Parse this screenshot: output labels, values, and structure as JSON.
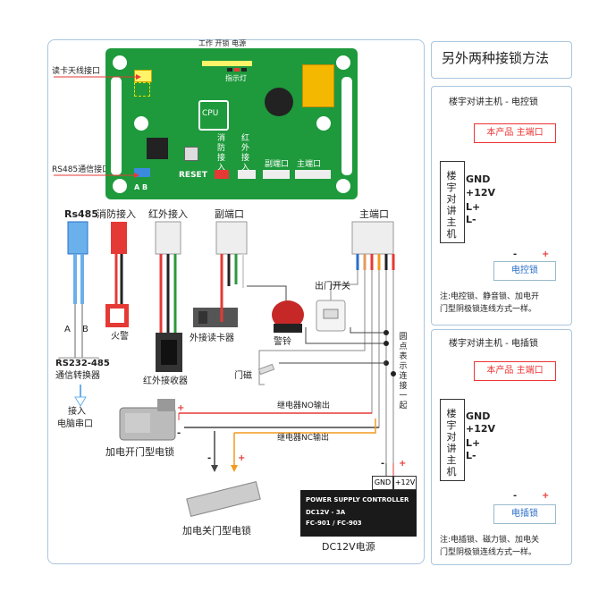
{
  "main": {
    "board": {
      "status_labels": "工作 开锁 电源",
      "indicator": "指示灯",
      "cpu": "CPU",
      "reset": "RESET",
      "ab": "A B",
      "fire_in": "消防接入",
      "ir_in": "红外接入",
      "aux_port": "副端口",
      "main_port": "主端口"
    },
    "left_labels": {
      "antenna": "读卡天线接口",
      "rs485_port": "RS485通信接口"
    },
    "connectors": {
      "rs485": "Rs485",
      "fire": "消防接入",
      "ir": "红外接入",
      "aux": "副端口",
      "main": "主端口"
    },
    "devices": {
      "exit_switch": "出门开关",
      "fire_alarm": "火警",
      "ext_reader": "外接读卡器",
      "alarm_bell": "警铃",
      "ir_receiver": "红外接收器",
      "door_sensor": "门磁",
      "rs232_line1": "RS232-485",
      "rs232_line2": "通信转换器",
      "pc_line1": "接入",
      "pc_line2": "电脑串口",
      "a_label": "A",
      "b_label": "B",
      "dot_note": "圆点表示连接一起",
      "relay_no": "继电器NO输出",
      "relay_nc": "继电器NC输出",
      "power_on_lock": "加电开门型电锁",
      "power_off_lock": "加电关门型电锁",
      "psu_line1": "POWER SUPPLY CONTROLLER",
      "psu_line2": "DC12V - 3A",
      "psu_line3": "FC-901 / FC-903",
      "psu_caption": "DC12V电源",
      "gnd": "GND",
      "v12": "+12V",
      "plus": "+",
      "minus": "-"
    }
  },
  "side": {
    "title": "另外两种接锁方法",
    "panel1": {
      "heading": "楼宇对讲主机 - 电控锁",
      "product": "本产品 主端口",
      "host": "楼宇对讲主机",
      "gnd": "GND",
      "v12": "+12V",
      "lplus": "L+",
      "lminus": "L-",
      "lock": "电控锁",
      "minus": "-",
      "plus": "+",
      "note_line1": "注:电控锁、静音锁、加电开",
      "note_line2": "门型阴极锁连线方式一样。"
    },
    "panel2": {
      "heading": "楼宇对讲主机 - 电插锁",
      "product": "本产品 主端口",
      "host": "楼宇对讲主机",
      "gnd": "GND",
      "v12": "+12V",
      "lplus": "L+",
      "lminus": "L-",
      "lock": "电插锁",
      "minus": "-",
      "plus": "+",
      "note_line1": "注:电插锁、磁力锁、加电关",
      "note_line2": "门型阴极锁连线方式一样。"
    }
  },
  "colors": {
    "pcb": "#1e9a3c",
    "red": "#e53935",
    "orange": "#f39a1e",
    "blue": "#2a6fc8",
    "purple": "#7b5ea7"
  }
}
